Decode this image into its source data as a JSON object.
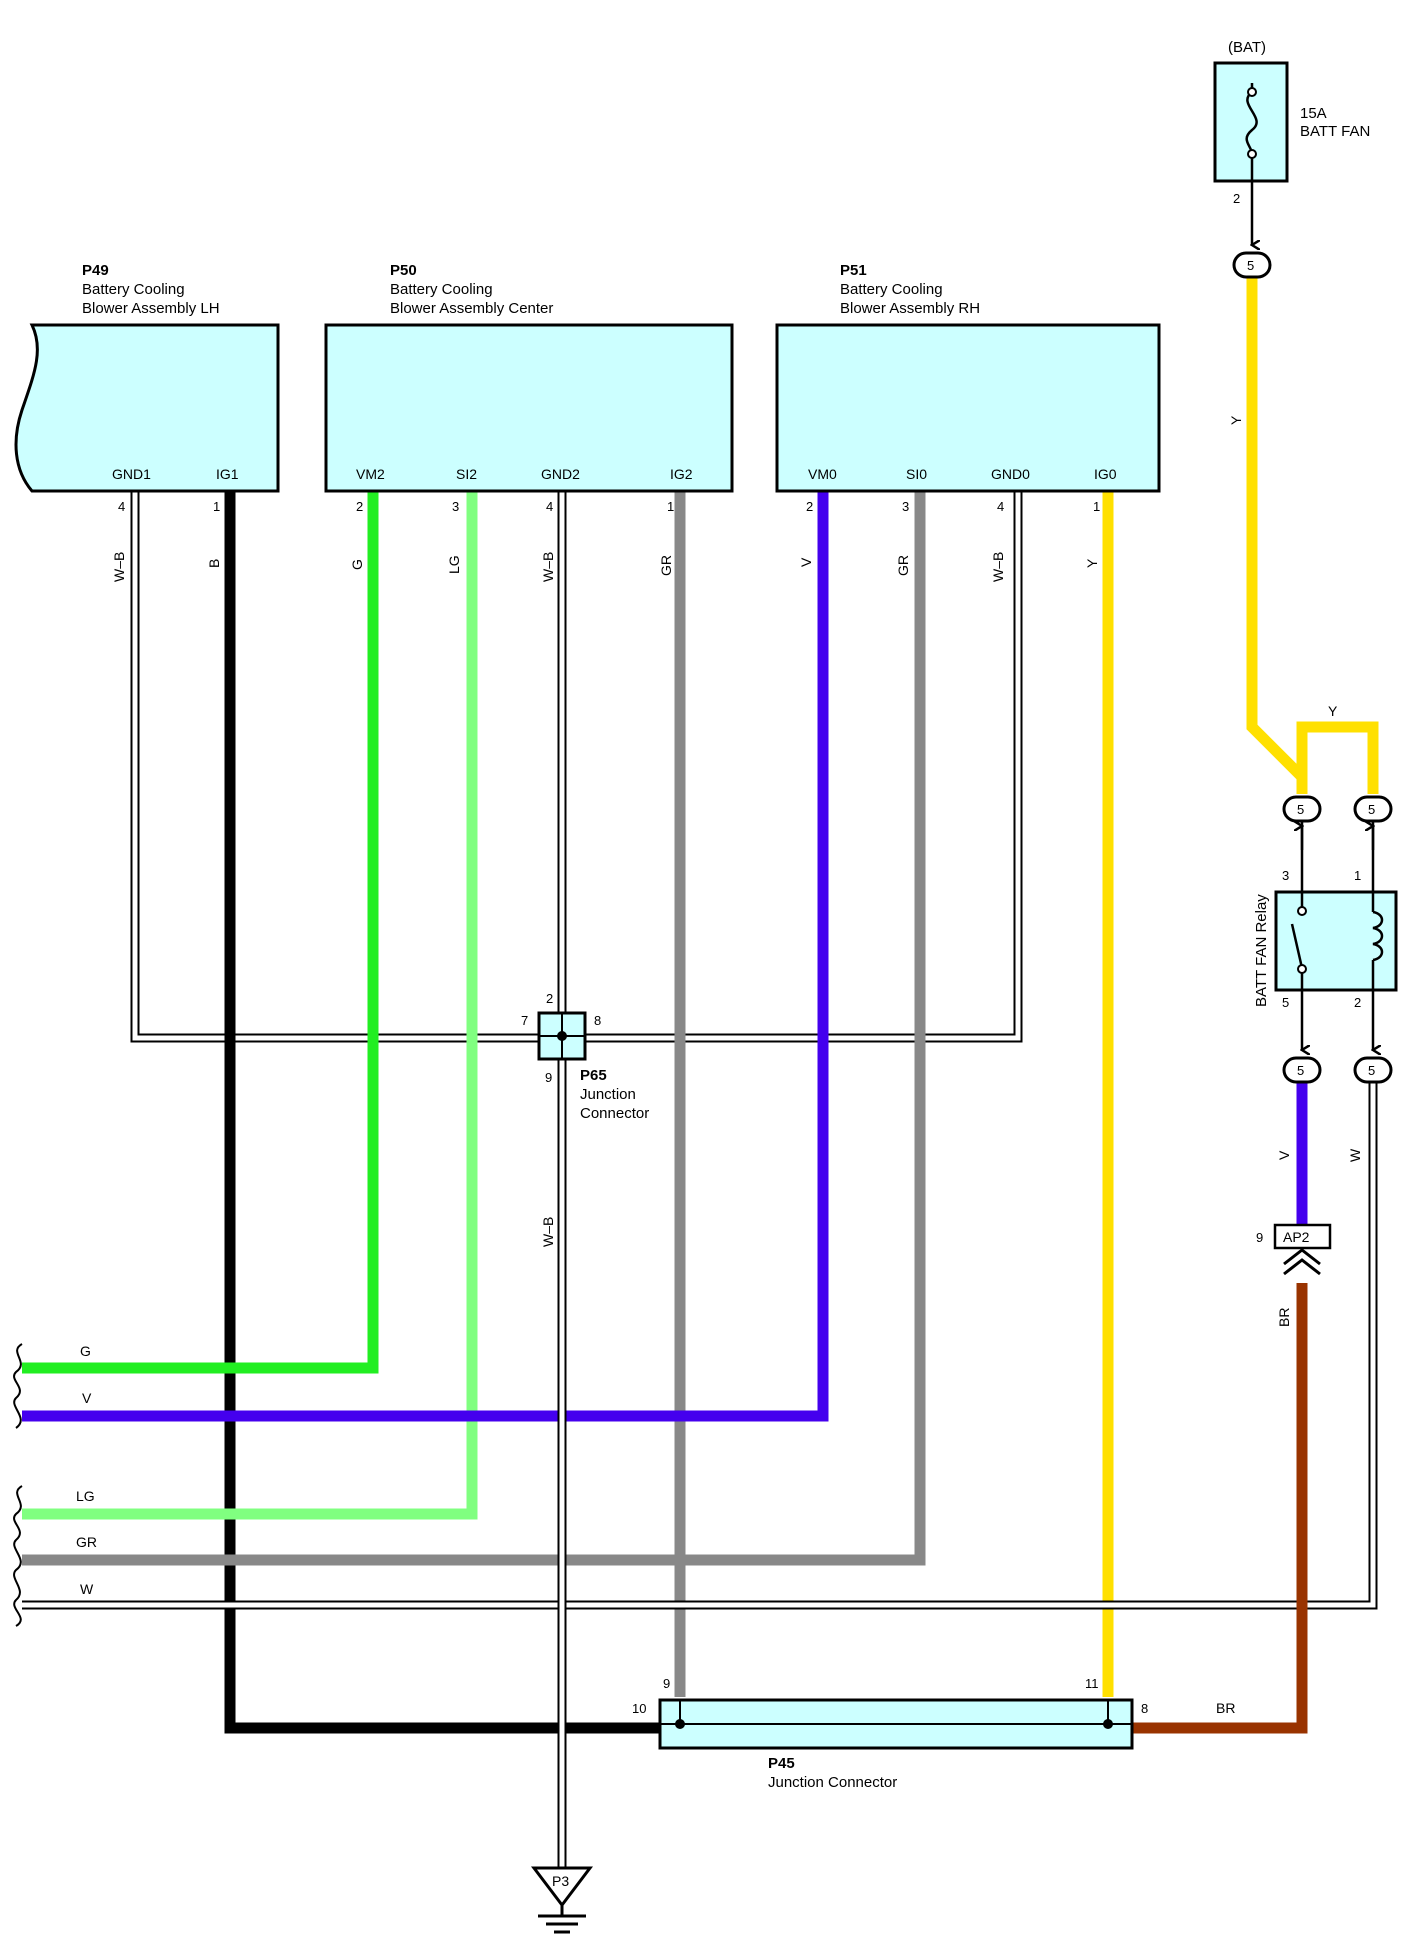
{
  "colors": {
    "G": "#22ee22",
    "LG": "#80ff80",
    "V": "#4400ee",
    "GR": "#888888",
    "Y": "#ffe000",
    "B": "#000000",
    "BR": "#993300",
    "W": "#ffffff",
    "WB": "#ffffff",
    "component_fill": "#ccffff"
  },
  "components": {
    "p49": {
      "id": "P49",
      "line1": "Battery Cooling",
      "line2": "Blower Assembly LH",
      "pins": [
        {
          "name": "GND1",
          "num": "4",
          "wire": "W–B"
        },
        {
          "name": "IG1",
          "num": "1",
          "wire": "B"
        }
      ]
    },
    "p50": {
      "id": "P50",
      "line1": "Battery Cooling",
      "line2": "Blower Assembly Center",
      "pins": [
        {
          "name": "VM2",
          "num": "2",
          "wire": "G"
        },
        {
          "name": "SI2",
          "num": "3",
          "wire": "LG"
        },
        {
          "name": "GND2",
          "num": "4",
          "wire": "W–B"
        },
        {
          "name": "IG2",
          "num": "1",
          "wire": "GR"
        }
      ]
    },
    "p51": {
      "id": "P51",
      "line1": "Battery Cooling",
      "line2": "Blower Assembly RH",
      "pins": [
        {
          "name": "VM0",
          "num": "2",
          "wire": "V"
        },
        {
          "name": "SI0",
          "num": "3",
          "wire": "GR"
        },
        {
          "name": "GND0",
          "num": "4",
          "wire": "W–B"
        },
        {
          "name": "IG0",
          "num": "1",
          "wire": "Y"
        }
      ]
    },
    "p65": {
      "id": "P65",
      "line1": "Junction",
      "line2": "Connector",
      "pins": [
        "2",
        "7",
        "8",
        "9"
      ],
      "wire_out": "W–B"
    },
    "p45": {
      "id": "P45",
      "line1": "Junction Connector",
      "pins": [
        "9",
        "10",
        "11",
        "8"
      ],
      "wire_out": "BR"
    },
    "fuse": {
      "source": "(BAT)",
      "rating": "15A",
      "name": "BATT FAN",
      "pin": "2"
    },
    "relay": {
      "name": "BATT FAN Relay",
      "pins": [
        "3",
        "1",
        "5",
        "2"
      ],
      "wires": [
        "Y",
        "Y",
        "V",
        "W"
      ]
    },
    "ap2": {
      "id": "AP2",
      "pin": "9",
      "wire": "BR"
    },
    "ground": {
      "id": "P3"
    }
  },
  "junction_label": "5",
  "left_wires": [
    "G",
    "V",
    "LG",
    "GR",
    "W"
  ]
}
